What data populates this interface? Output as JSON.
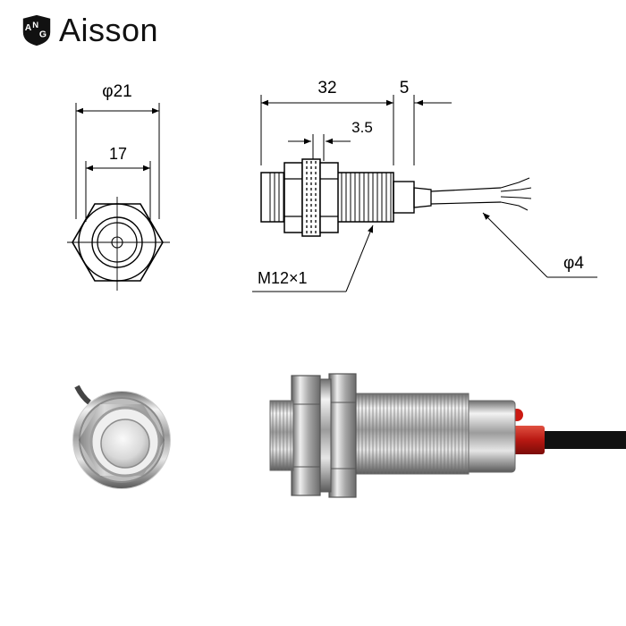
{
  "brand": {
    "name": "Aisson",
    "logo_icon": "aisson-logo-icon",
    "logo_letters": "ANG"
  },
  "drawing": {
    "front_view": {
      "outer_diameter": "φ21",
      "inner_width": "17"
    },
    "side_view": {
      "body_length": "32",
      "tail_length": "5",
      "nut_spacing": "3.5",
      "thread_spec": "M12×1",
      "cable_diameter": "φ4"
    }
  },
  "photos": {
    "front_photo": "sensor-front-photo",
    "side_photo": "sensor-side-photo"
  },
  "colors": {
    "line": "#000000",
    "metal_light": "#e8e8e8",
    "metal_dark": "#7a7a7a",
    "cable": "#111111",
    "sleeve_red": "#c0201a"
  }
}
